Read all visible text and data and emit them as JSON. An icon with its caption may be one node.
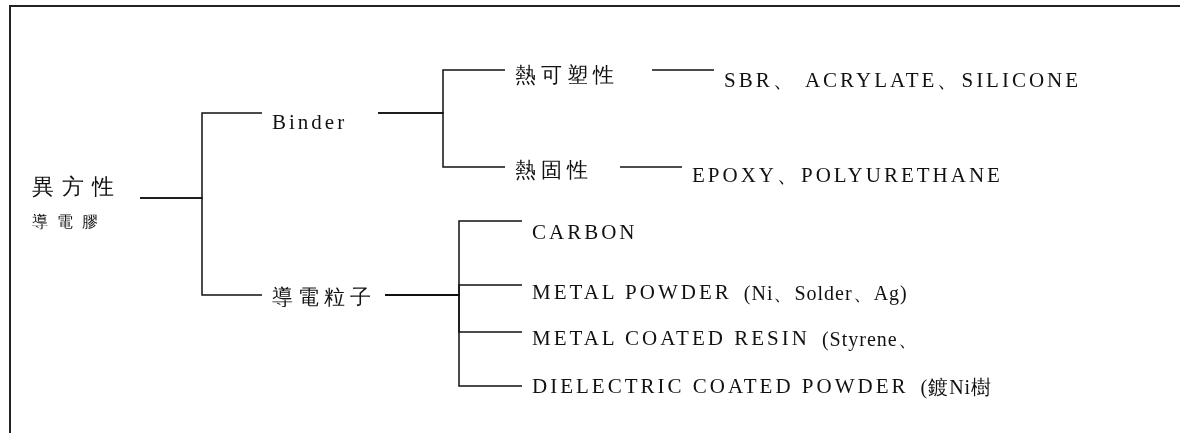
{
  "diagram": {
    "nodes": [
      {
        "text": [
          "異方性",
          "導電膠"
        ]
      },
      {
        "text": [
          "Binder"
        ]
      },
      {
        "text": [
          "熱可塑性"
        ]
      },
      {
        "text": [
          "SBR、 ACRYLATE、SILICONE"
        ]
      },
      {
        "text": [
          "熱固性"
        ]
      },
      {
        "text": [
          "EPOXY、POLYURETHANE"
        ]
      },
      {
        "text": [
          "導電粒子"
        ]
      },
      {
        "text": [
          "CARBON"
        ]
      },
      {
        "text": [
          "METAL POWDER"
        ],
        "beside": [
          "(Ni、Solder、Ag)"
        ]
      },
      {
        "text": [
          "METAL COATED RESIN"
        ],
        "beside": [
          "(Styrene、"
        ]
      },
      {
        "text": [
          "DIELECTRIC COATED POWDER"
        ],
        "beside": [
          "(鍍Ni樹"
        ]
      }
    ],
    "edges": [
      {
        "from": 0,
        "to": 1,
        "arrow": "none"
      },
      {
        "from": 0,
        "to": 6,
        "arrow": "none"
      },
      {
        "from": 1,
        "to": 2,
        "arrow": "none"
      },
      {
        "from": 1,
        "to": 4,
        "arrow": "none"
      },
      {
        "from": 2,
        "to": 3,
        "arrow": "none"
      },
      {
        "from": 4,
        "to": 5,
        "arrow": "none"
      },
      {
        "from": 6,
        "to": 7,
        "arrow": "none"
      },
      {
        "from": 6,
        "to": 8,
        "arrow": "none"
      },
      {
        "from": 6,
        "to": 9,
        "arrow": "none"
      },
      {
        "from": 6,
        "to": 10,
        "arrow": "none"
      }
    ]
  }
}
